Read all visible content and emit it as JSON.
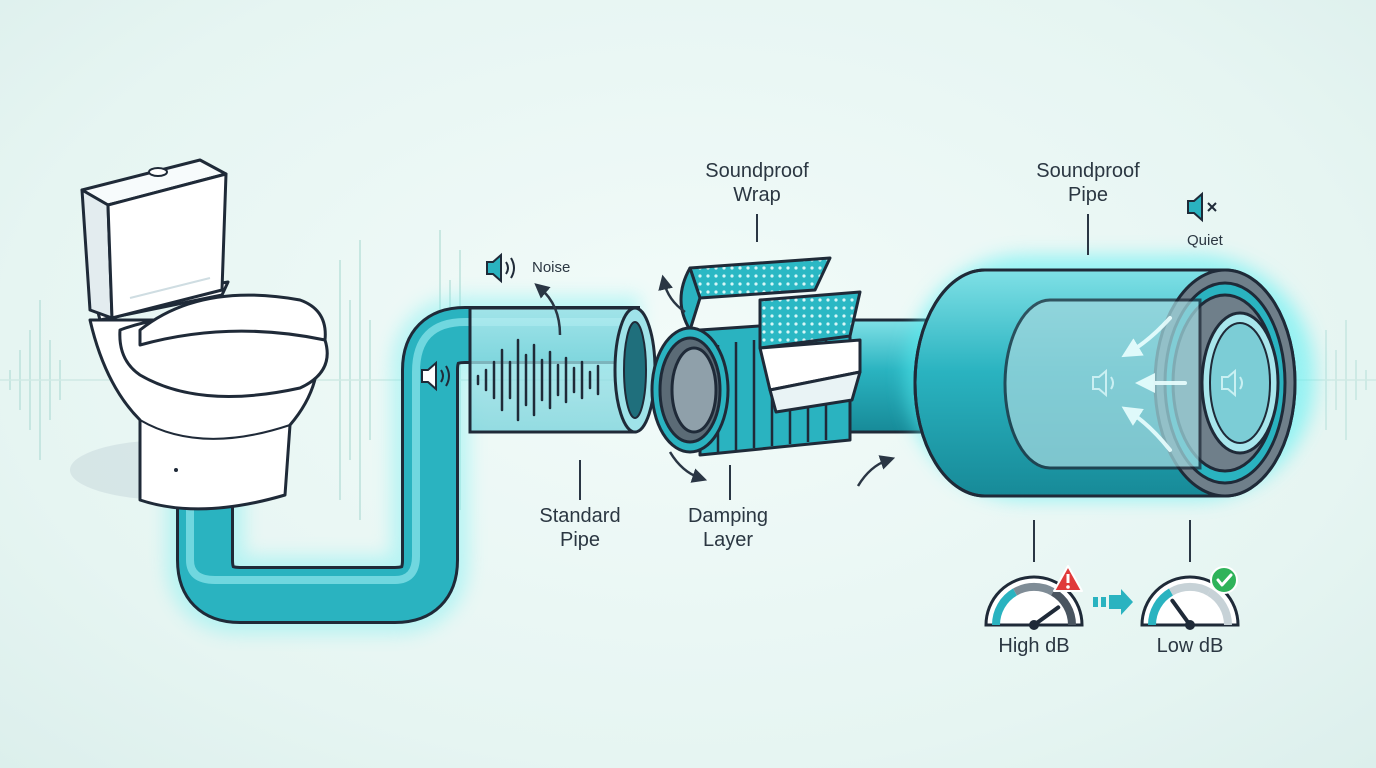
{
  "labels": {
    "soundproof_wrap": "Soundproof\nWrap",
    "soundproof_pipe": "Soundproof\nPipe",
    "standard_pipe": "Standard\nPipe",
    "damping_layer": "Damping\nLayer",
    "noise": "Noise",
    "quiet": "Quiet",
    "high_db": "High dB",
    "low_db": "Low dB"
  },
  "gauges": {
    "high": {
      "level": 0.8,
      "status": "warning",
      "status_color": "#e03a3a"
    },
    "low": {
      "level": 0.3,
      "status": "ok",
      "status_color": "#2fb35a"
    }
  },
  "colors": {
    "pipe": "#2ab3c0",
    "pipe_glow": "#3fe3e8",
    "outline": "#1f2a38",
    "text": "#2b3742",
    "background": "#eaf7f4"
  },
  "icons": [
    "toilet-icon",
    "speaker-noise-icon",
    "speaker-muted-icon",
    "warning-icon",
    "check-icon"
  ]
}
